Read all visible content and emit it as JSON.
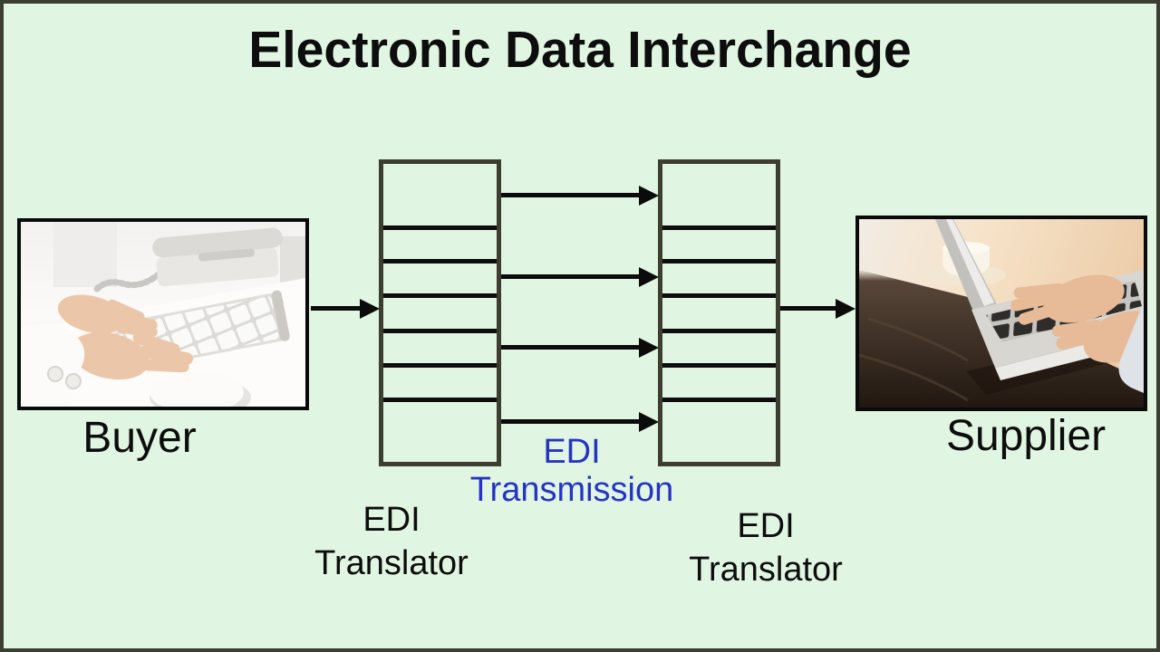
{
  "title": "Electronic Data Interchange",
  "buyer": {
    "label": "Buyer",
    "image_alt": "hands typing on white keyboard with desk phone and mouse"
  },
  "supplier": {
    "label": "Supplier",
    "image_alt": "hands typing on laptop on dark wooden desk with coffee cup"
  },
  "translators": {
    "left": {
      "line1": "EDI",
      "line2": "Translator",
      "document_rows": 7
    },
    "right": {
      "line1": "EDI",
      "line2": "Translator",
      "document_rows": 7
    }
  },
  "transmission": {
    "line1": "EDI",
    "line2": "Transmission",
    "arrow_count": 4
  },
  "colors": {
    "background": "#e1f6e2",
    "canvas_border": "#3a3e33",
    "box_border": "#3d3d30",
    "divider": "#0d0d0d",
    "arrow": "#0b0b0b",
    "label_text": "#0d0d0d",
    "transmission_text": "#2534c4"
  }
}
